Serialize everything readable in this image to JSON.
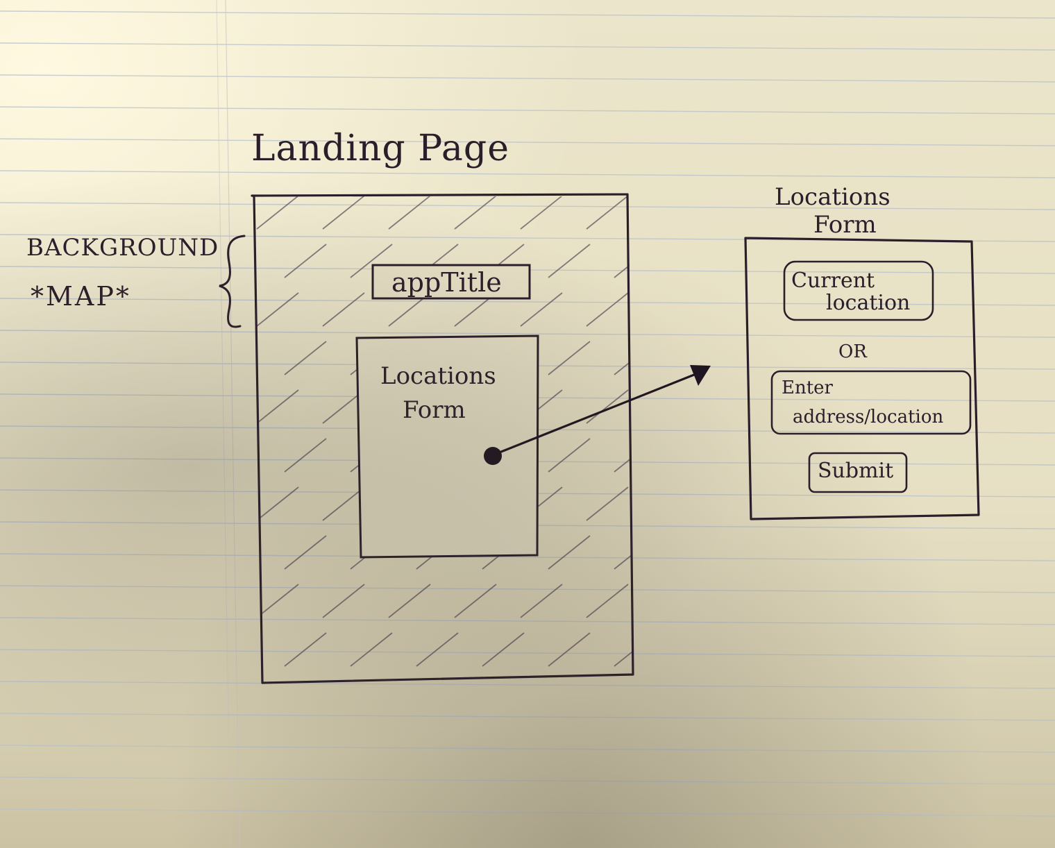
{
  "diagram": {
    "landing_page_title": "Landing Page",
    "background_label_line1": "BACKGROUND",
    "background_label_line2": "*MAP*",
    "app_title_box": "appTitle",
    "inner_form_line1": "Locations",
    "inner_form_line2": "Form",
    "detail_title_line1": "Locations",
    "detail_title_line2": "Form",
    "current_location_line1": "Current",
    "current_location_line2": "location",
    "or_separator": "OR",
    "enter_address_line1": "Enter",
    "enter_address_line2": "address/location",
    "submit_label": "Submit"
  },
  "colors": {
    "paper": "#e9e3c8",
    "ink": "#2b1d2a",
    "rule_line": "#b9c2cf",
    "margin_line": "#d6c9c9"
  }
}
